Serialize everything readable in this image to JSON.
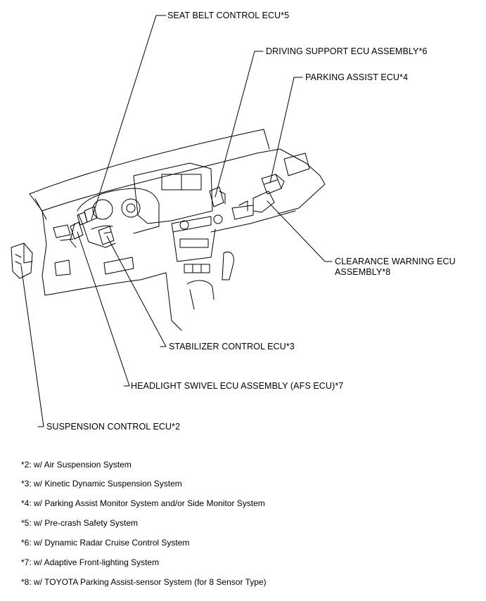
{
  "callouts": {
    "seat_belt": "SEAT BELT CONTROL ECU*5",
    "driving_support": "DRIVING SUPPORT ECU ASSEMBLY*6",
    "parking_assist": "PARKING ASSIST ECU*4",
    "clearance_line1": "CLEARANCE WARNING ECU",
    "clearance_line2": "ASSEMBLY*8",
    "stabilizer": "STABILIZER CONTROL ECU*3",
    "headlight_swivel": "HEADLIGHT SWIVEL ECU ASSEMBLY (AFS ECU)*7",
    "suspension": "SUSPENSION CONTROL ECU*2"
  },
  "footnotes": [
    "*2: w/ Air Suspension System",
    "*3: w/ Kinetic Dynamic Suspension System",
    "*4: w/ Parking Assist Monitor System and/or Side Monitor System",
    "*5: w/ Pre-crash Safety System",
    "*6: w/ Dynamic Radar Cruise Control System",
    "*7: w/ Adaptive Front-lighting System",
    "*8: w/ TOYOTA Parking Assist-sensor System (for 8 Sensor Type)"
  ]
}
